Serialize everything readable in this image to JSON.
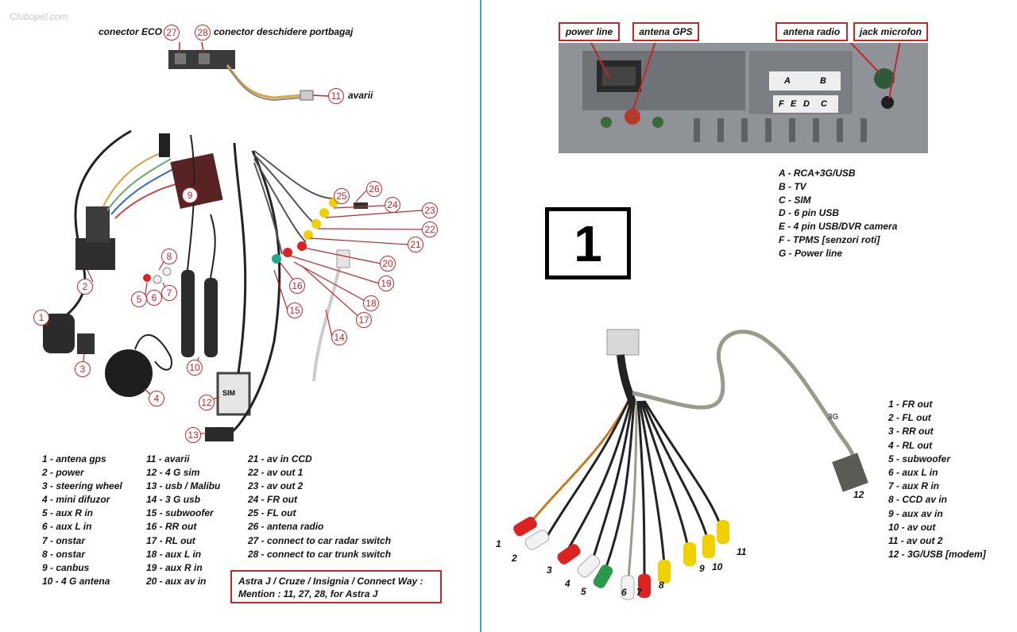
{
  "watermark": "Clubopel.com",
  "top_connectors": {
    "eco_label": "conector ECO",
    "eco_num": "27",
    "trunk_num": "28",
    "trunk_label": "conector deschidere portbagaj",
    "avarii_num": "11",
    "avarii_label": "avarii"
  },
  "left_callouts": [
    "1",
    "2",
    "3",
    "4",
    "5",
    "6",
    "7",
    "8",
    "9",
    "10",
    "12",
    "13",
    "14",
    "15",
    "16",
    "17",
    "18",
    "19",
    "20",
    "21",
    "22",
    "23",
    "24",
    "25",
    "26"
  ],
  "left_legend": {
    "col1": [
      "1 - antena gps",
      "2 - power",
      "3 - steering wheel",
      "4 - mini difuzor",
      "5 - aux R in",
      "6 - aux L in",
      "7 - onstar",
      "8 - onstar",
      "9 - canbus",
      "10 - 4 G antena"
    ],
    "col2": [
      "11 - avarii",
      "12 - 4 G sim",
      "13 - usb / Malibu",
      "14 - 3 G usb",
      "15 - subwoofer",
      "16 - RR out",
      "17 - RL out",
      "18 - aux L in",
      "19 - aux R in",
      "20 - aux av in"
    ],
    "col3": [
      "21 - av in CCD",
      "22 - av out 1",
      "23 - av out 2",
      "24 - FR out",
      "25 - FL out",
      "26 - antena radio",
      "27 - connect to car radar switch",
      "28 - connect to car trunk switch"
    ]
  },
  "note": {
    "line1": "Astra J / Cruze / Insignia / Connect Way :",
    "line2": "Mention : 11, 27, 28, for Astra J"
  },
  "right_top_labels": {
    "power_line": "power line",
    "antena_gps": "antena GPS",
    "antena_radio": "antena radio",
    "jack_microfon": "jack microfon"
  },
  "port_letters": [
    "A",
    "B",
    "F",
    "E",
    "D",
    "C"
  ],
  "big_number": "1",
  "port_legend": [
    "A - RCA+3G/USB",
    "B - TV",
    "C - SIM",
    "D - 6 pin USB",
    "E - 4 pin USB/DVR camera",
    "F - TPMS [senzori roti]",
    "G - Power line"
  ],
  "rca_callouts": [
    "1",
    "2",
    "3",
    "4",
    "5",
    "6",
    "7",
    "8",
    "9",
    "10",
    "11",
    "12"
  ],
  "rca_legend": [
    "1 - FR out",
    "2 - FL out",
    "3 - RR out",
    "4 - RL out",
    "5 - subwoofer",
    "6 - aux L in",
    "7 - aux R in",
    "8 - CCD av in",
    "9 - aux av in",
    "10 - av out",
    "11 - av out 2",
    "12 - 3G/USB [modem]"
  ],
  "sim_label": "SIM",
  "cable_tag": "3G",
  "colors": {
    "accent_red": "#c0282a",
    "divider": "#3aa6c4"
  }
}
